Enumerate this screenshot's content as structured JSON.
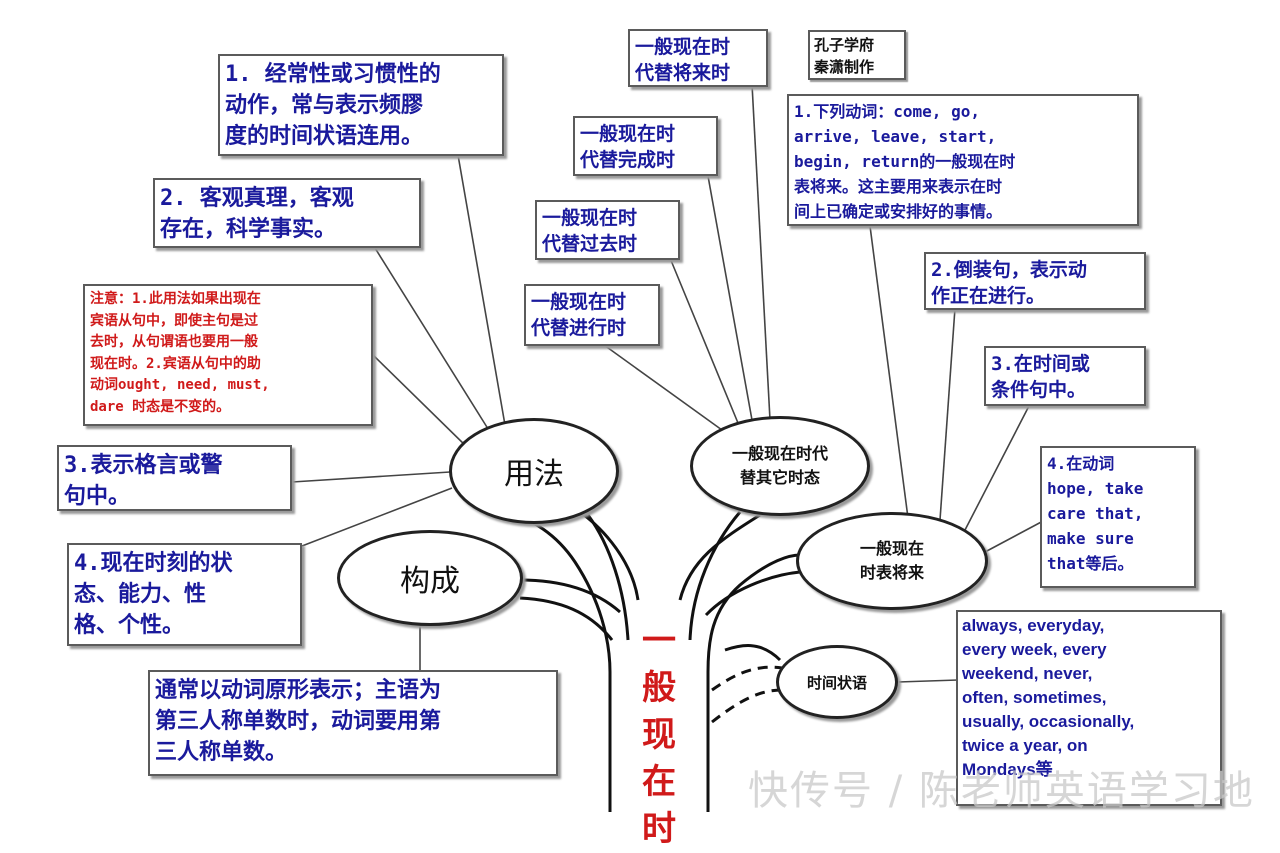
{
  "diagram": {
    "trunk_title": [
      "一",
      "般",
      "现",
      "在",
      "时"
    ],
    "credit": "孔子学府\n秦潇制作",
    "nodes": {
      "usage": "用法",
      "formation": "构成",
      "replace_other": "一般现在时代\n替其它时态",
      "future": "一般现在\n时表将来",
      "time_adverbials": "时间状语"
    },
    "usage_points": {
      "p1": "1. 经常性或习惯性的\n动作，常与表示频膠\n度的时间状语连用。",
      "p2": "2.  客观真理，客观\n存在，科学事实。",
      "note": "注意：1.此用法如果出现在\n宾语从句中，即使主句是过\n去时，从句谓语也要用一般\n现在时。2.宾语从句中的助\n动词ought, need, must,\ndare 时态是不变的。",
      "p3": "3.表示格言或警\n句中。",
      "p4": "4.现在时刻的状\n态、能力、性\n格、个性。"
    },
    "formation_text": "通常以动词原形表示；主语为\n第三人称单数时，动词要用第\n三人称单数。",
    "replace_points": {
      "future": "一般现在时\n代替将来时",
      "perfect": "一般现在时\n代替完成时",
      "past": "一般现在时\n代替过去时",
      "progressive": "一般现在时\n代替进行时"
    },
    "future_points": {
      "p1": "1.下列动词：come, go,\narrive, leave, start,\nbegin, return的一般现在时\n表将来。这主要用来表示在时\n间上已确定或安排好的事情。",
      "p2": "2.倒装句，表示动\n作正在进行。",
      "p3": "3.在时间或\n条件句中。",
      "p4": "4.在动词\nhope, take\ncare that,\nmake sure\nthat等后。"
    },
    "adverbial_text": "always, everyday,\nevery week, every\nweekend, never,\noften, sometimes,\nusually, occasionally,\ntwice a year, on\nMondays等",
    "watermark": "快传号 / 陈老师英语学习地"
  },
  "colors": {
    "text_blue": "#1a1a9c",
    "note_red": "#d01a1a",
    "line": "#444444"
  }
}
